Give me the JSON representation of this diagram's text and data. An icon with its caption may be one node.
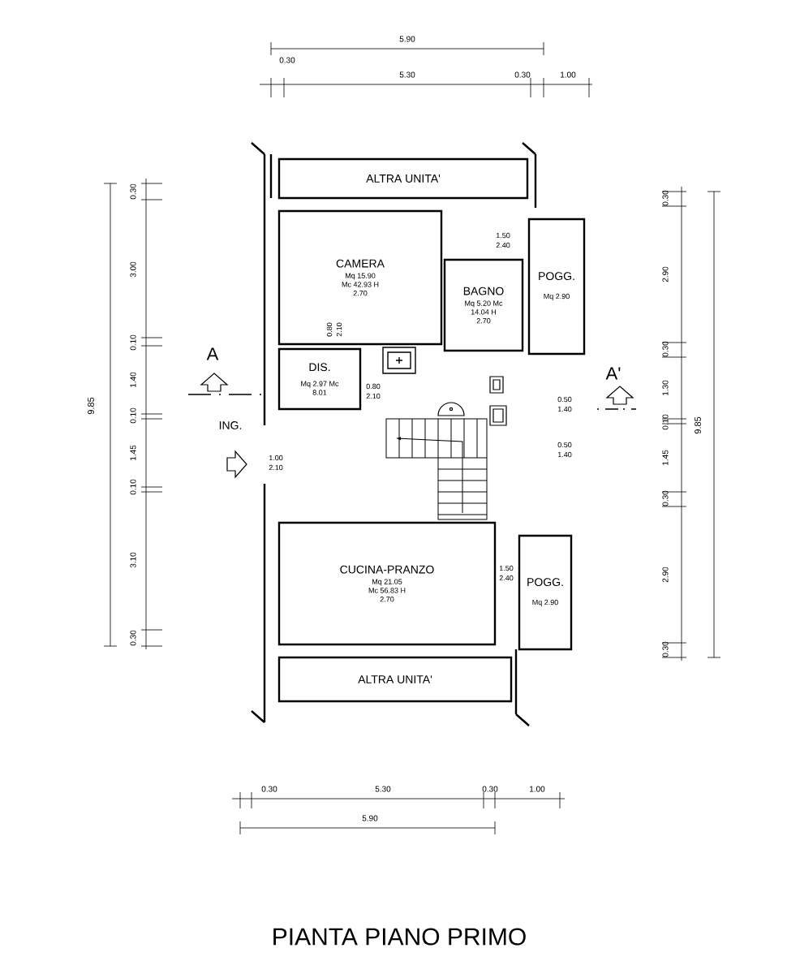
{
  "diagram": {
    "title": "PIANTA PIANO PRIMO",
    "nodes": [
      {
        "text": [
          "ALTRA UNITA'"
        ]
      },
      {
        "text": [
          "CAMERA",
          "Mq 15.90 Mc 42.93 H 2.70"
        ]
      },
      {
        "text": [
          "BAGNO",
          "Mq 5.20 Mc 14.04 H 2.70"
        ]
      },
      {
        "text": [
          "POGG.",
          "Mq 2.90"
        ]
      },
      {
        "text": [
          "DIS.",
          "Mq 2.97 Mc 8.01"
        ]
      },
      {
        "text": [
          "CUCINA-PRANZO",
          "Mq 21.05 Mc 56.83 H 2.70"
        ]
      },
      {
        "text": [
          "POGG.",
          "Mq 2.90"
        ]
      },
      {
        "text": [
          "ALTRA UNITA'"
        ]
      }
    ],
    "labels": [
      "5.90",
      "0.30",
      "5.30",
      "0.30",
      "1.00",
      "0.30",
      "3.00",
      "0.10",
      "1.40",
      "0.10",
      "1.45",
      "0.10",
      "3.10",
      "0.30",
      "9.85",
      "1.50",
      "2.40",
      "A",
      "0.80",
      "2.10",
      "A'",
      "0.80",
      "2.10",
      "0.50",
      "1.40",
      "ING.",
      "0.50",
      "1.40",
      "1.00",
      "2.10",
      "1.50",
      "2.40",
      "0.30",
      "2.90",
      "0.30",
      "1.30",
      "0.10",
      "1.45",
      "0.30",
      "2.90",
      "0.30",
      "9.85",
      "0.30",
      "5.30",
      "0.30",
      "1.00",
      "5.90"
    ]
  }
}
